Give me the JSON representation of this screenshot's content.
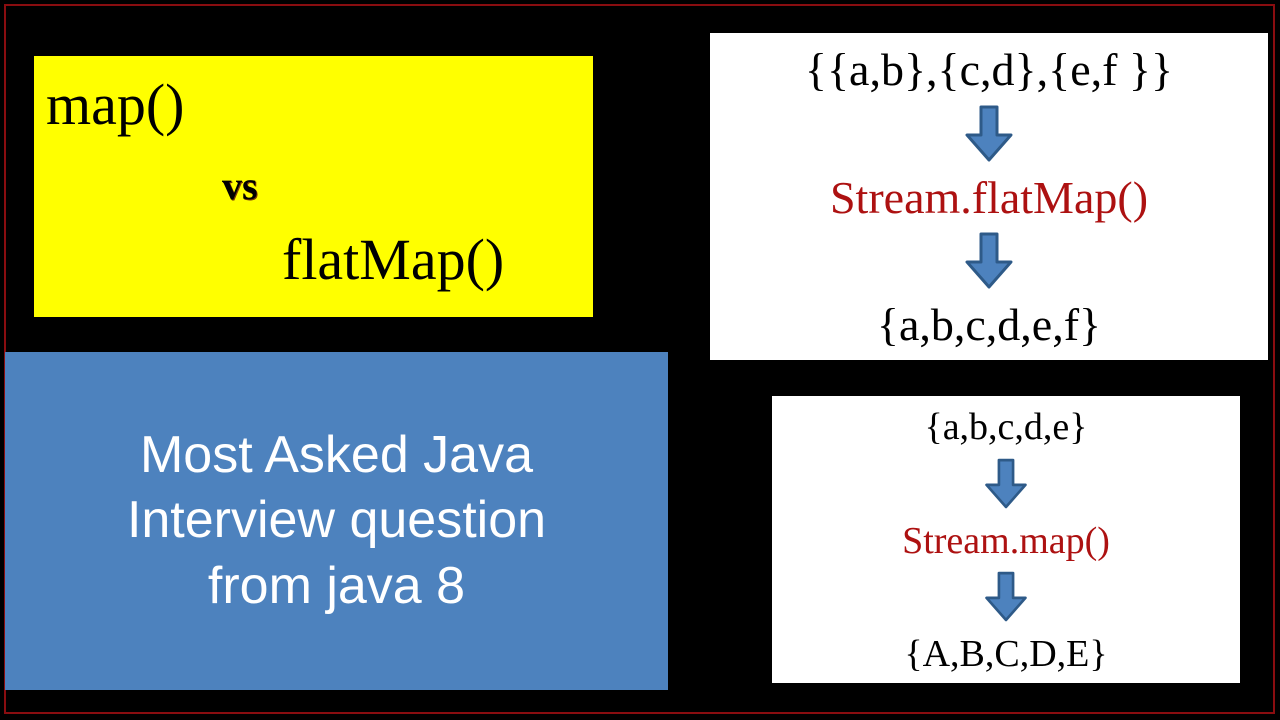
{
  "frame": {
    "border_color": "#8a0d10",
    "background_color": "#000000"
  },
  "title_card": {
    "background_color": "#ffff00",
    "primary": "map()",
    "separator": "vs",
    "separator_color": "#cc6611",
    "secondary": "flatMap()"
  },
  "promo_card": {
    "background_color": "#4d82be",
    "text_color": "#ffffff",
    "lines": [
      "Most Asked Java",
      "Interview question",
      "from java 8"
    ]
  },
  "flatmap_diagram": {
    "panel_background": "#ffffff",
    "input": "{{a,b},{c,d},{e,f }}",
    "arrow_top": "down-arrow-icon",
    "operation": "Stream.flatMap()",
    "operation_color": "#ad1111",
    "arrow_bottom": "down-arrow-icon",
    "output": "{a,b,c,d,e,f}"
  },
  "map_diagram": {
    "panel_background": "#ffffff",
    "input": "{a,b,c,d,e}",
    "arrow_top": "down-arrow-icon",
    "operation": "Stream.map()",
    "operation_color": "#ad1111",
    "arrow_bottom": "down-arrow-icon",
    "output": "{A,B,C,D,E}"
  },
  "arrow": {
    "fill_color": "#4d82be",
    "stroke_color": "#2e5a88"
  }
}
